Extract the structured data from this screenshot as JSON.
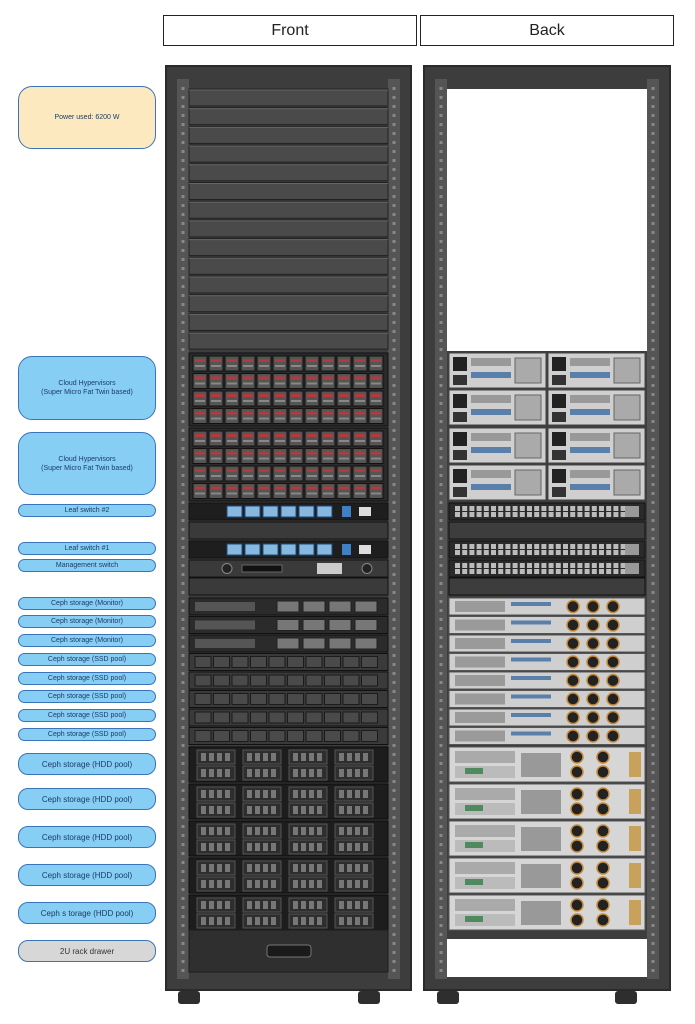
{
  "headers": {
    "front": "Front",
    "back": "Back"
  },
  "labels": [
    {
      "id": "power",
      "text": "Power used: 6200 W",
      "color": "#fde9bf"
    },
    {
      "id": "cloud-hv-1",
      "text": "Cloud Hypervisors\n(Super Micro Fat Twin based)"
    },
    {
      "id": "cloud-hv-2",
      "text": "Cloud Hypervisors\n(Super Micro Fat Twin based)"
    },
    {
      "id": "leaf-2",
      "text": "Leaf switch #2"
    },
    {
      "id": "leaf-1",
      "text": "Leaf switch #1"
    },
    {
      "id": "mgmt",
      "text": "Management switch"
    },
    {
      "id": "ceph-mon-1",
      "text": "Ceph storage (Monitor)"
    },
    {
      "id": "ceph-mon-2",
      "text": "Ceph storage (Monitor)"
    },
    {
      "id": "ceph-mon-3",
      "text": "Ceph storage (Monitor)"
    },
    {
      "id": "ceph-ssd-1",
      "text": "Ceph storage (SSD pool)"
    },
    {
      "id": "ceph-ssd-2",
      "text": "Ceph storage (SSD pool)"
    },
    {
      "id": "ceph-ssd-3",
      "text": "Ceph storage (SSD pool)"
    },
    {
      "id": "ceph-ssd-4",
      "text": "Ceph storage (SSD pool)"
    },
    {
      "id": "ceph-ssd-5",
      "text": "Ceph storage (SSD pool)"
    },
    {
      "id": "ceph-hdd-1",
      "text": "Ceph storage (HDD pool)"
    },
    {
      "id": "ceph-hdd-2",
      "text": "Ceph storage (HDD pool)"
    },
    {
      "id": "ceph-hdd-3",
      "text": "Ceph storage (HDD pool)"
    },
    {
      "id": "ceph-hdd-4",
      "text": "Ceph storage (HDD pool)"
    },
    {
      "id": "ceph-hdd-5",
      "text": "Ceph s torage (HDD pool)"
    },
    {
      "id": "drawer",
      "text": "2U rack drawer",
      "color": "#d7d7d7"
    }
  ],
  "colors": {
    "label_fill": "#87cef4",
    "label_border": "#3a73b8",
    "rack_frame": "#3d3d3d",
    "blank_panel": "#4a4a4a",
    "server_silver": "#cfcfcf",
    "switch_port": "#87b8e0",
    "drive_red": "#b33a3a"
  }
}
